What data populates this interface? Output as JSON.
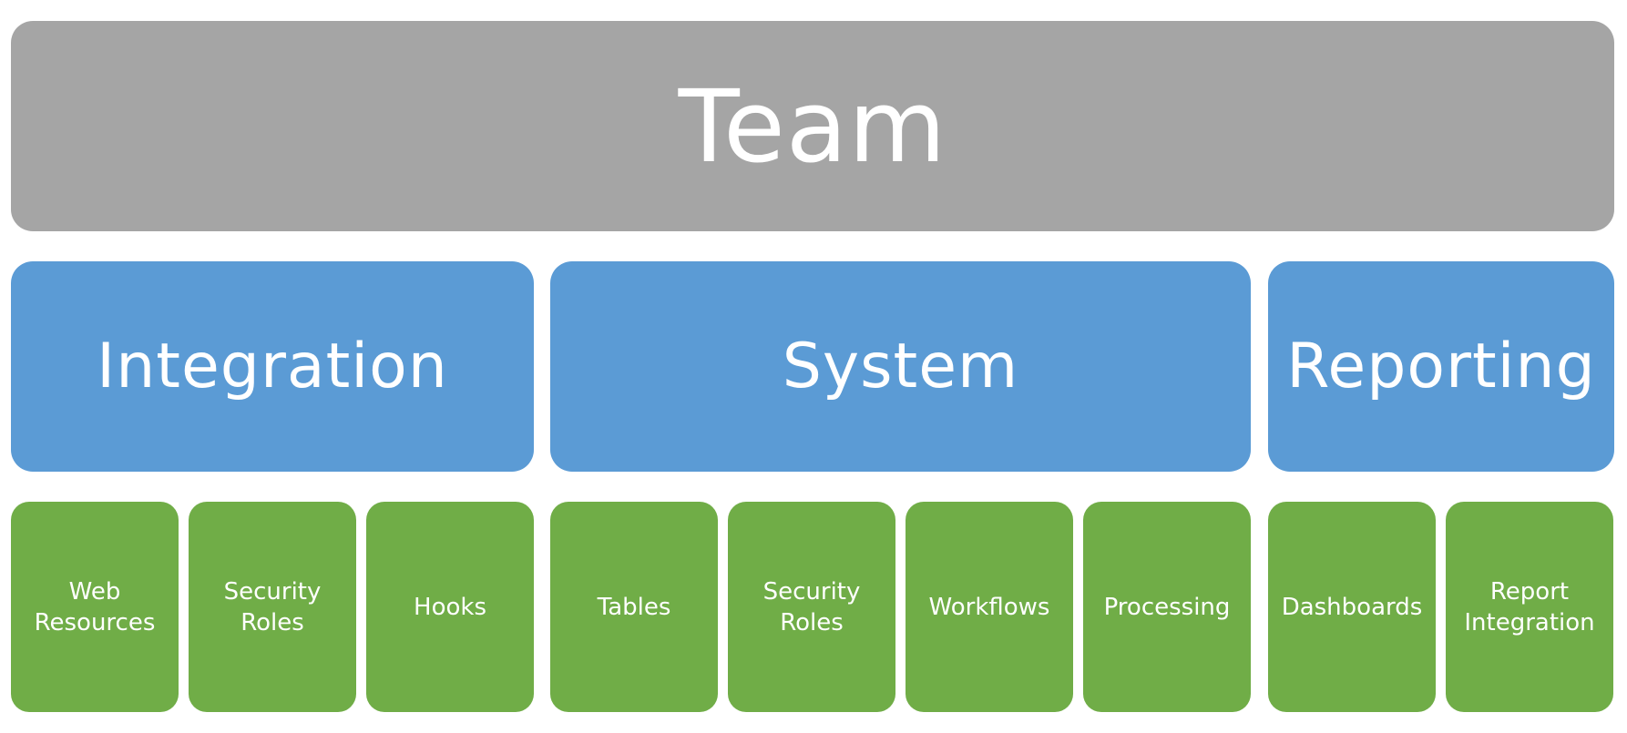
{
  "colors": {
    "team": "#a5a5a5",
    "group": "#5b9bd5",
    "leaf": "#70ad47",
    "text": "#ffffff"
  },
  "team": {
    "label": "Team"
  },
  "groups": [
    {
      "label": "Integration",
      "items": [
        {
          "label": "Web\nResources"
        },
        {
          "label": "Security\nRoles"
        },
        {
          "label": "Hooks"
        }
      ]
    },
    {
      "label": "System",
      "items": [
        {
          "label": "Tables"
        },
        {
          "label": "Security\nRoles"
        },
        {
          "label": "Workflows"
        },
        {
          "label": "Processing"
        }
      ]
    },
    {
      "label": "Reporting",
      "items": [
        {
          "label": "Dashboards"
        },
        {
          "label": "Report\nIntegration"
        }
      ]
    }
  ]
}
